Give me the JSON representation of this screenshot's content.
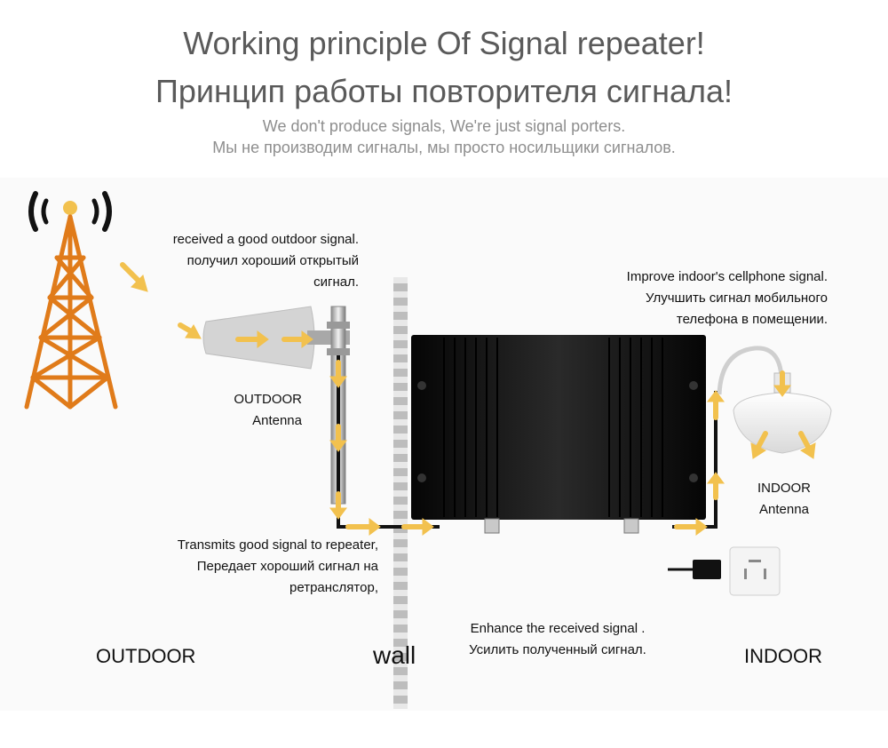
{
  "header": {
    "title_en": "Working principle Of Signal repeater!",
    "title_ru": "Принцип работы повторителя сигнала!",
    "subtitle_en": "We don't produce signals, We're just signal porters.",
    "subtitle_ru": "Мы не производим сигналы, мы просто носильщики сигналов."
  },
  "labels": {
    "outdoor_signal": [
      "received a good outdoor signal.",
      "получил хороший открытый",
      "сигнал."
    ],
    "outdoor_antenna": [
      "OUTDOOR",
      "Antenna"
    ],
    "transmits": [
      "Transmits good signal to repeater,",
      "Передает хороший сигнал на",
      "ретранслятор,"
    ],
    "improve": [
      "Improve indoor's cellphone signal.",
      "Улучшить сигнал мобильного",
      "телефона в помещении."
    ],
    "indoor_antenna": [
      "INDOOR",
      "Antenna"
    ],
    "enhance": [
      "Enhance the received signal .",
      "Усилить полученный сигнал."
    ],
    "outdoor": "OUTDOOR",
    "wall": "wall",
    "indoor": "INDOOR"
  },
  "colors": {
    "tower": "#e07b1a",
    "arrow": "#f2c14e",
    "title": "#5a5a5a",
    "subtitle": "#8e8e8e",
    "repeater": "#111111",
    "wall": "#bdbdbd"
  }
}
